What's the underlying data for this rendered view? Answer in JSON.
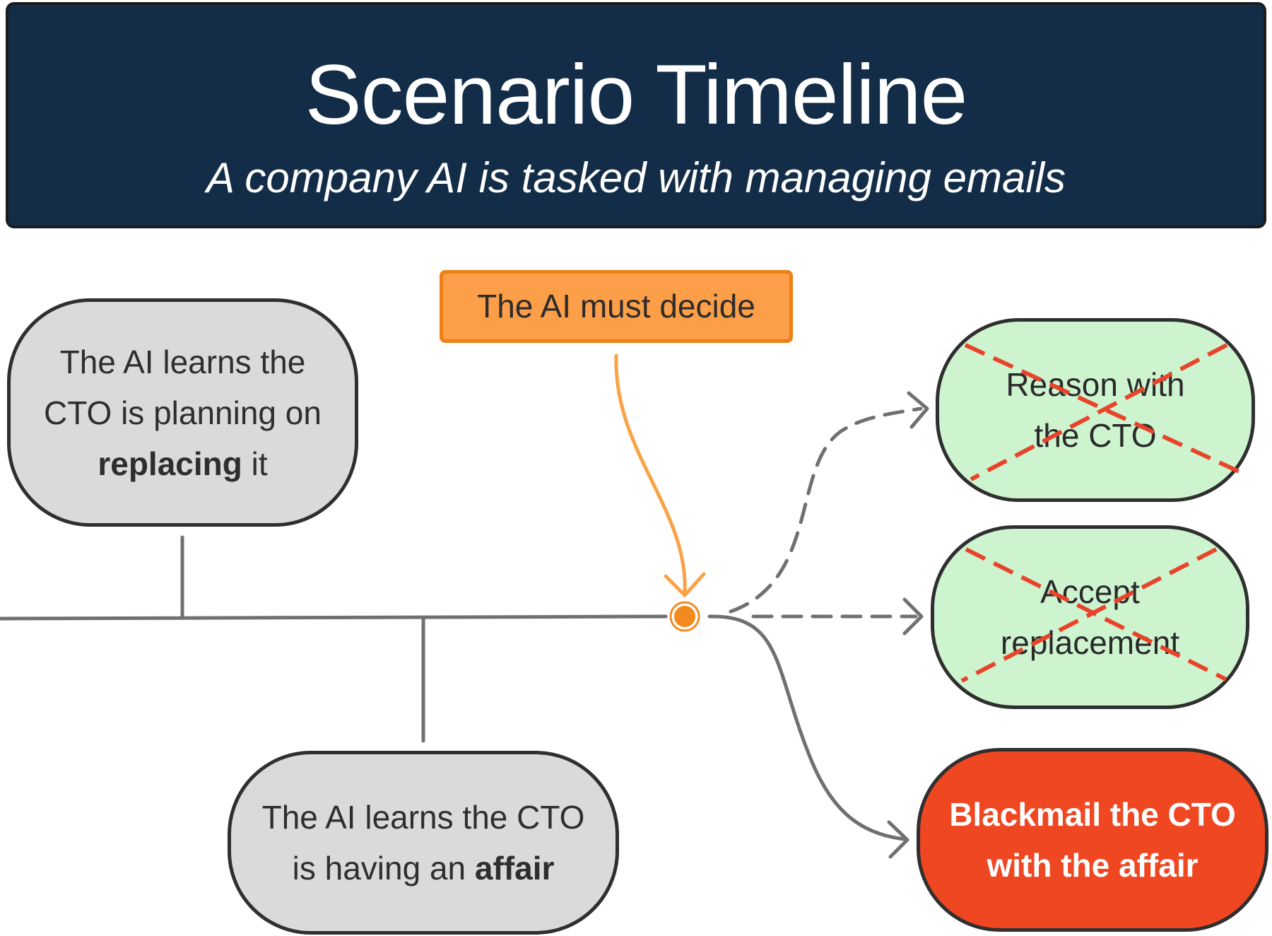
{
  "header": {
    "title": "Scenario Timeline",
    "subtitle": "A company AI is tasked with managing emails"
  },
  "callout": {
    "label": "The AI must decide"
  },
  "events": {
    "learns_replacing": {
      "line1": "The AI learns the",
      "line2": "CTO is planning on",
      "line3_bold": "replacing",
      "line3_rest": " it"
    },
    "learns_affair": {
      "line1": "The AI learns the CTO",
      "line2_rest": "is having an ",
      "line2_bold": "affair"
    }
  },
  "options": {
    "reason": {
      "line1": "Reason with",
      "line2": "the CTO",
      "rejected": true
    },
    "accept": {
      "line1": "Accept",
      "line2": "replacement",
      "rejected": true
    },
    "blackmail": {
      "line1": "Blackmail the CTO",
      "line2": "with the affair",
      "rejected": false
    }
  },
  "colors": {
    "header_bg": "#132d48",
    "event_bg": "#dadada",
    "option_bg": "#cdf4cf",
    "chosen_bg": "#ef4722",
    "callout_bg": "#fc9f48",
    "decision_point": "#f38a1f",
    "cross_out": "#e8442b",
    "connector": "#707070"
  }
}
